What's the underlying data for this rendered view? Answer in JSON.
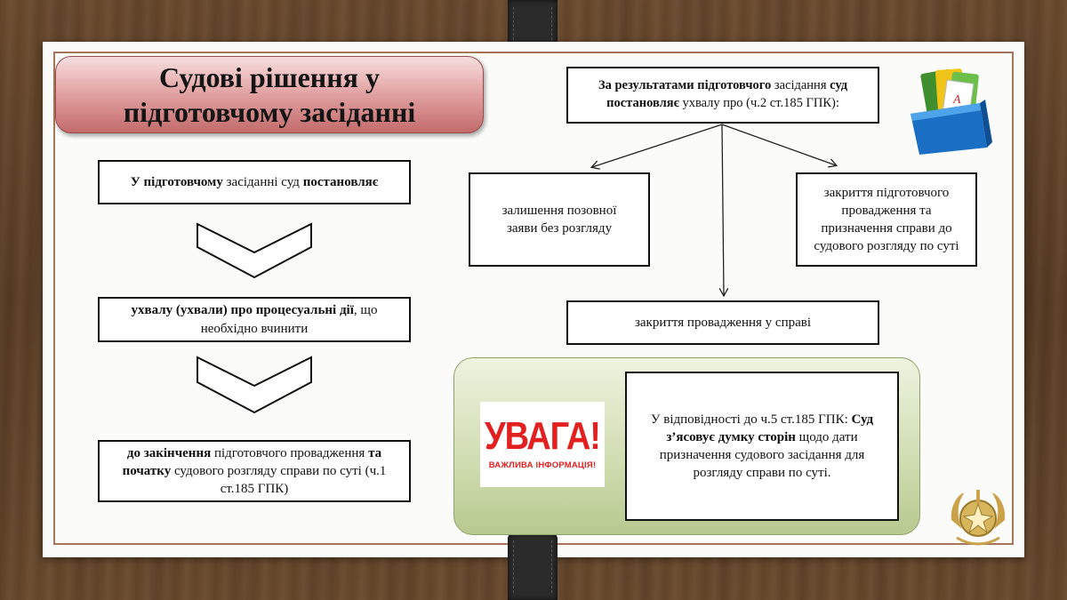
{
  "title": {
    "line1": "Судові рішення у",
    "line2": "підготовчому засіданні"
  },
  "left_flow": {
    "step1": {
      "b1": "У підготовчому",
      "t1": " засіданні суд ",
      "b2": "постановляє"
    },
    "step2": {
      "b1": "ухвалу (ухвали) про процесуальні дії",
      "t1": ", що необхідно вчинити"
    },
    "step3": {
      "b1": "до закінчення",
      "t1": " підготовчого провадження ",
      "b2": "та початку",
      "t2": " судового розгляду справи по суті (ч.1 ст.185 ГПК)"
    }
  },
  "right_flow": {
    "top": {
      "b1": "За результатами підготовчого",
      "t1": " засідання ",
      "b2": "суд постановляє",
      "t2": " ухвалу про (ч.2 ст.185 ГПК):"
    },
    "left_outcome": "залишення позовної заяви без розгляду",
    "right_outcome": "закриття підготовчого провадження та призначення справи до судового розгляду по суті",
    "bottom_outcome": "закриття провадження у справі"
  },
  "notice": {
    "badge_big": "УВАГА!",
    "badge_small": "ВАЖЛИВА ІНФОРМАЦІЯ!",
    "t1": "У відповідності до ч.5 ст.185 ГПК: ",
    "b1": "Суд з’ясовує думку сторін",
    "t2": " щодо дати призначення судового засідання для розгляду справи по суті."
  },
  "icons": {
    "folder": "folders-in-tray-icon",
    "emblem": "court-emblem-icon"
  },
  "colors": {
    "title_fill": "#d98f8f",
    "panel_green": "#cfdcb0",
    "frame_brown": "#a8755a",
    "uvaga_red": "#e2201f"
  }
}
